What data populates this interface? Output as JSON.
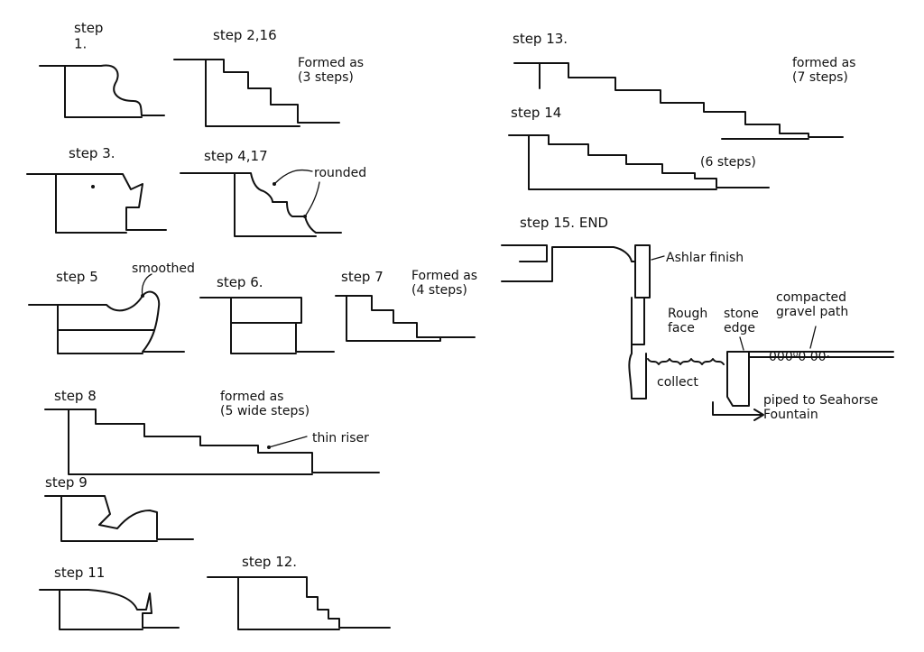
{
  "steps": {
    "s1": "step\n1.",
    "s2": "step 2,16",
    "s2_note": "Formed as\n(3 steps)",
    "s3": "step 3.",
    "s4": "step 4,17",
    "s4_note": "rounded",
    "s5": "step 5",
    "s5_note": "smoothed",
    "s6": "step 6.",
    "s7": "step 7",
    "s7_note": "Formed as\n(4 steps)",
    "s8": "step 8",
    "s8_note": "formed as\n(5 wide steps)",
    "s8_note2": "thin riser",
    "s9": "step 9",
    "s11": "step 11",
    "s12": "step 12.",
    "s13": "step 13.",
    "s13_note": "formed as\n(7 steps)",
    "s14": "step 14",
    "s14_note": "(6 steps)",
    "s15": "step 15. END",
    "ashlar": "Ashlar finish",
    "rough": "Rough\nface",
    "collect": "collect",
    "stone_edge": "stone\nedge",
    "gravel": "compacted\ngravel path",
    "piped": "piped to Seahorse\nFountain",
    "gravel_marks": "000⁰0   00·"
  }
}
